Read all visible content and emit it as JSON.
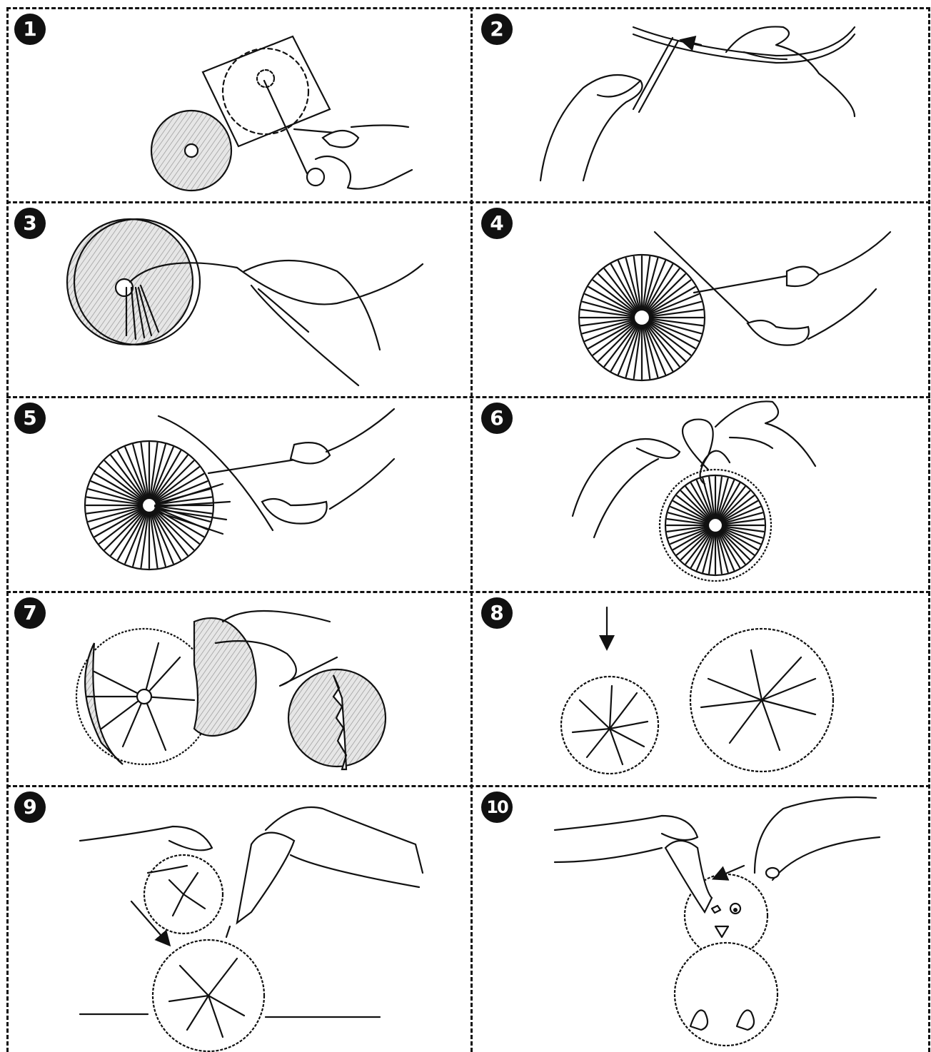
{
  "steps": [
    {
      "number": "1",
      "icon": "cut-cardboard-ring-icon"
    },
    {
      "number": "2",
      "icon": "thread-yarn-needle-icon"
    },
    {
      "number": "3",
      "icon": "wrap-yarn-ring-icon"
    },
    {
      "number": "4",
      "icon": "wrapped-ring-scissors-icon"
    },
    {
      "number": "5",
      "icon": "cut-yarn-edge-icon"
    },
    {
      "number": "6",
      "icon": "tie-yarn-center-icon"
    },
    {
      "number": "7",
      "icon": "remove-cardboard-icon"
    },
    {
      "number": "8",
      "icon": "two-pompoms-icon"
    },
    {
      "number": "9",
      "icon": "glue-pompoms-icon"
    },
    {
      "number": "10",
      "icon": "attach-face-icon"
    }
  ],
  "colors": {
    "ink": "#111111",
    "background": "#ffffff"
  }
}
